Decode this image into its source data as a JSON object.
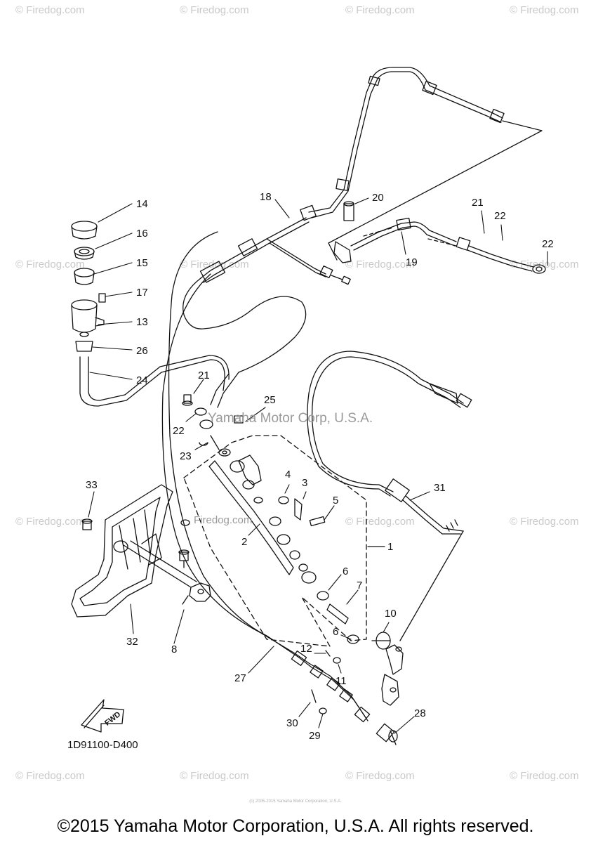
{
  "watermark": "© Firedog.com",
  "center_watermark": "Yamaha Motor Corp, U.S.A.",
  "middle_watermark": "Firedog.com",
  "diagram_code": "1D91100-D400",
  "fwd_label": "FWD",
  "fine_print": "(c) 2005-2015 Yamaha Motor Corporation, U.S.A.",
  "copyright": "©2015 Yamaha Motor Corporation, U.S.A. All rights reserved.",
  "callouts": {
    "c1": "1",
    "c2": "2",
    "c3": "3",
    "c4": "4",
    "c5": "5",
    "c6a": "6",
    "c6b": "6",
    "c7": "7",
    "c8": "8",
    "c10": "10",
    "c11": "11",
    "c12": "12",
    "c13": "13",
    "c14": "14",
    "c15": "15",
    "c16": "16",
    "c17": "17",
    "c18": "18",
    "c19": "19",
    "c20": "20",
    "c21a": "21",
    "c21b": "21",
    "c22a": "22",
    "c22b": "22",
    "c22c": "22",
    "c23": "23",
    "c24": "24",
    "c25": "25",
    "c26": "26",
    "c27": "27",
    "c28": "28",
    "c29": "29",
    "c30": "30",
    "c31": "31",
    "c32": "32",
    "c33": "33"
  },
  "colors": {
    "line": "#111111",
    "watermark": "#c9c9c9",
    "background": "#ffffff"
  }
}
